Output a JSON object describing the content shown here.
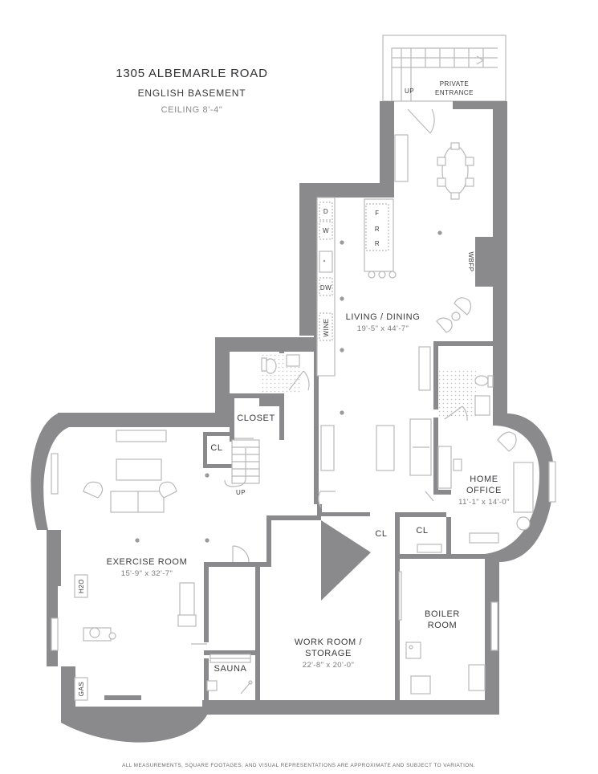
{
  "header": {
    "address": "1305 ALBEMARLE ROAD",
    "level": "ENGLISH BASEMENT",
    "ceiling": "CEILING 8'-4\""
  },
  "rooms": {
    "living_dining": {
      "name": "LIVING / DINING",
      "dims": "19'-5\" x 44'-7\""
    },
    "closet": {
      "name": "CLOSET"
    },
    "cl_stair": {
      "name": "CL"
    },
    "cl_mid": {
      "name": "CL"
    },
    "cl_office": {
      "name": "CL"
    },
    "home_office": {
      "name_line1": "HOME",
      "name_line2": "OFFICE",
      "dims": "11'-1\" x 14'-0\""
    },
    "exercise_room": {
      "name": "EXERCISE ROOM",
      "dims": "15'-9\" x 32'-7\""
    },
    "work_room": {
      "name_line1": "WORK ROOM /",
      "name_line2": "STORAGE",
      "dims": "22'-8\" x 20'-0\""
    },
    "boiler_room": {
      "name_line1": "BOILER",
      "name_line2": "ROOM"
    },
    "sauna": {
      "name": "SAUNA"
    }
  },
  "labels": {
    "private_entrance_line1": "PRIVATE",
    "private_entrance_line2": "ENTRANCE",
    "up_entrance": "UP",
    "up_stair": "UP",
    "wbfp": "WBFP",
    "kitchen_d": "D",
    "kitchen_w": "W",
    "kitchen_dw": "DW",
    "kitchen_wine": "WINE",
    "kitchen_f": "F",
    "kitchen_r1": "R",
    "kitchen_r2": "R",
    "h2o": "H2O",
    "gas": "GAS"
  },
  "footer": {
    "disclaimer": "ALL MEASUREMENTS, SQUARE FOOTAGES, AND VISUAL REPRESENTATIONS ARE APPROXIMATE AND SUBJECT TO VARIATION."
  }
}
